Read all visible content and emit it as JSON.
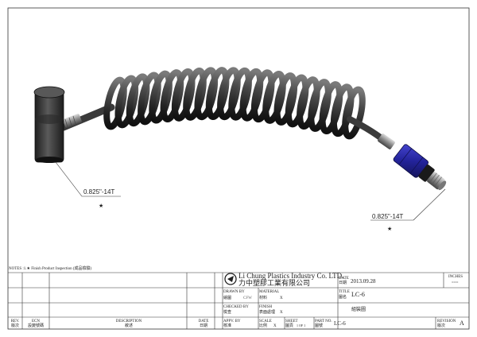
{
  "drawing": {
    "callout_left": "0.825\"-14T",
    "callout_right": "0.825\"-14T",
    "callout_marker": "★"
  },
  "title_block": {
    "notes": "NOTES :1.★ Finish Product Inspection (成品檢驗)",
    "company_en": "Li Chung Plastics Industry Co. LTD.",
    "company_zh": "力中塑膠工業有限公司",
    "units_label": "INCHES",
    "units_value": "===",
    "date_label_en": "DATE",
    "date_label_zh": "日期",
    "date_value": "2013.09.28",
    "drawn_label_en": "DRAWN BY",
    "drawn_label_zh": "繪圖",
    "drawn_value": "CFW",
    "material_label_en": "MATERIAL",
    "material_label_zh": "材料",
    "material_value": "X",
    "title_label_en": "TITLE",
    "title_label_zh": "圖名",
    "title_value": "LC-6",
    "checked_label_en": "CHECKED BY",
    "checked_label_zh": "檢查",
    "finish_label_en": "FINISH",
    "finish_label_zh": "表面處理",
    "finish_value": "X",
    "assembly_label": "組裝圖",
    "rev_label_en": "REV.",
    "rev_label_zh": "版次",
    "ecn_label_en": "ECN",
    "ecn_label_zh": "設變號碼",
    "desc_label_en": "DESCRIPTION",
    "desc_label_zh": "敘述",
    "date2_label_en": "DATE",
    "date2_label_zh": "日期",
    "appv_label_en": "APPV. BY",
    "appv_label_zh": "核准",
    "scale_label_en": "SCALE",
    "scale_label_zh": "比例",
    "scale_value": "X",
    "sheet_label_en": "SHEET",
    "sheet_label_zh": "圖頁",
    "sheet_value": "1 OF 1",
    "part_label_en": "PART NO.",
    "part_label_zh": "圖號",
    "part_value": "LC-6",
    "revision_label_en": "REVISION",
    "revision_label_zh": "版次",
    "revision_value": "A"
  },
  "colors": {
    "hose": "#3b3b3b",
    "nut": "#2e2ea8",
    "line": "#333333"
  }
}
